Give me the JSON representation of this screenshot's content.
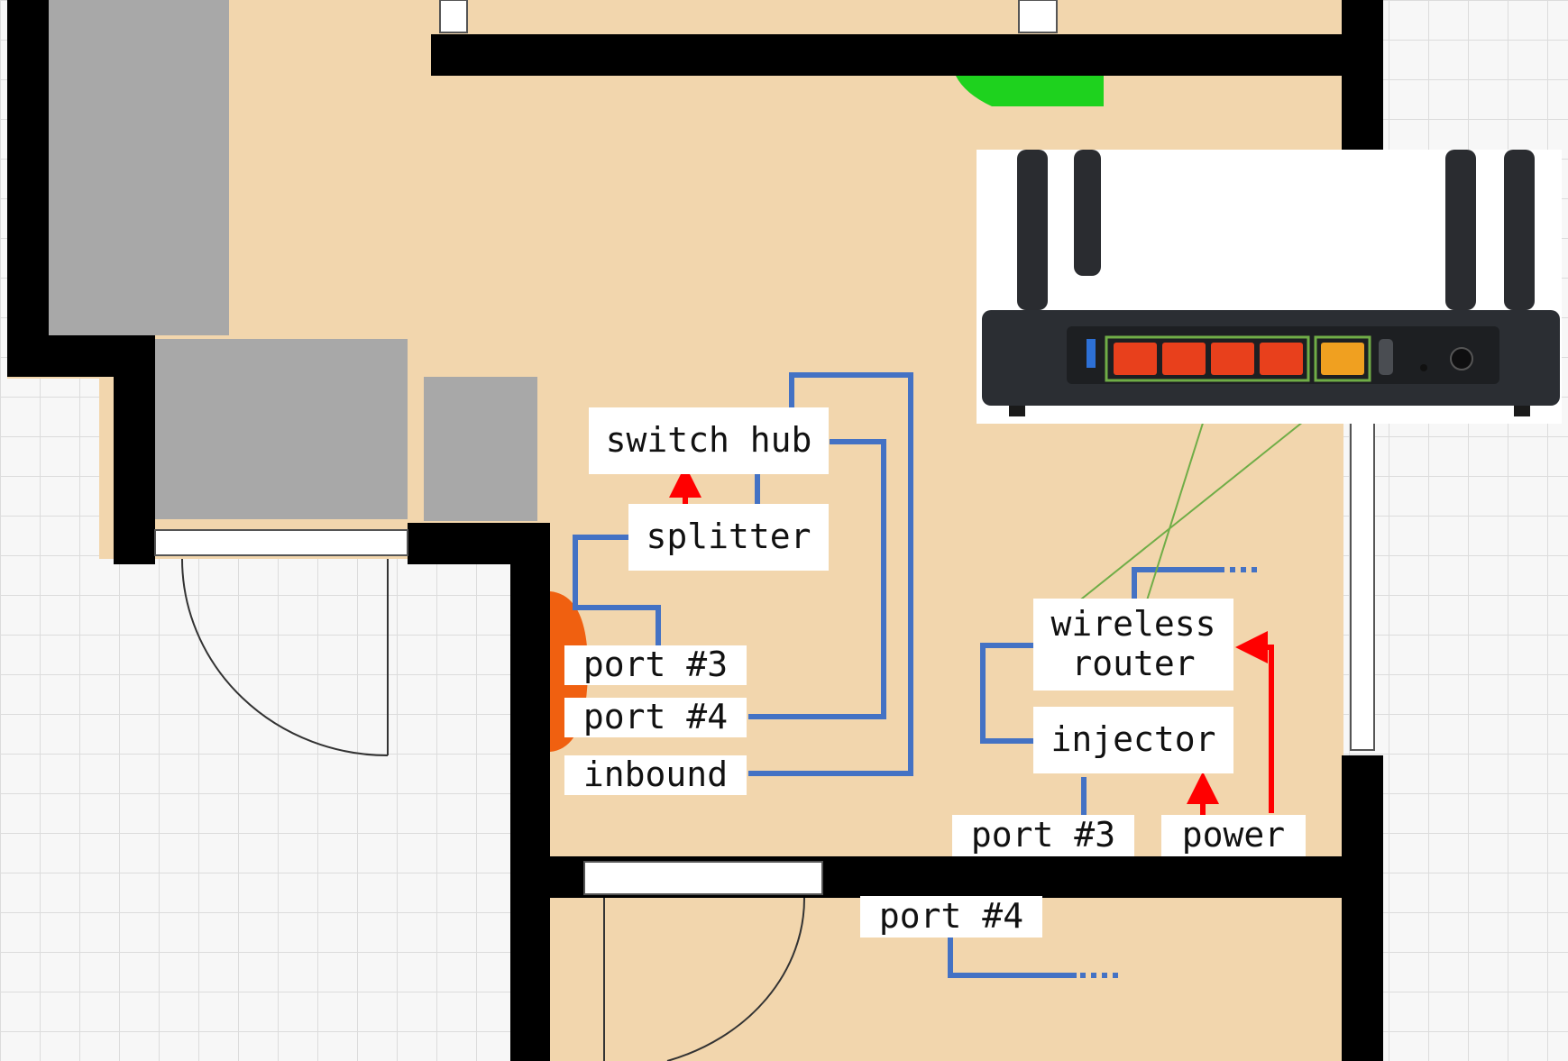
{
  "labels": {
    "switch_hub": "switch hub",
    "splitter": "splitter",
    "port3_left": "port #3",
    "port4_left": "port #4",
    "inbound": "inbound",
    "wireless_router_line1": "wireless",
    "wireless_router_line2": "router",
    "injector": "injector",
    "port3_right": "port #3",
    "power": "power",
    "port4_bottom": "port #4"
  },
  "colors": {
    "floor": "#f2d6ad",
    "wall": "#000000",
    "grid_background": "#f7f7f7",
    "furniture": "#a8a8a8",
    "cable": "#4472c4",
    "power_arrow": "#ff0000",
    "photo_link": "#70ad47",
    "green_marker": "#1ed21e",
    "orange_marker": "#f06010",
    "lan_port": "#e8401c",
    "wan_port": "#f0a020"
  }
}
